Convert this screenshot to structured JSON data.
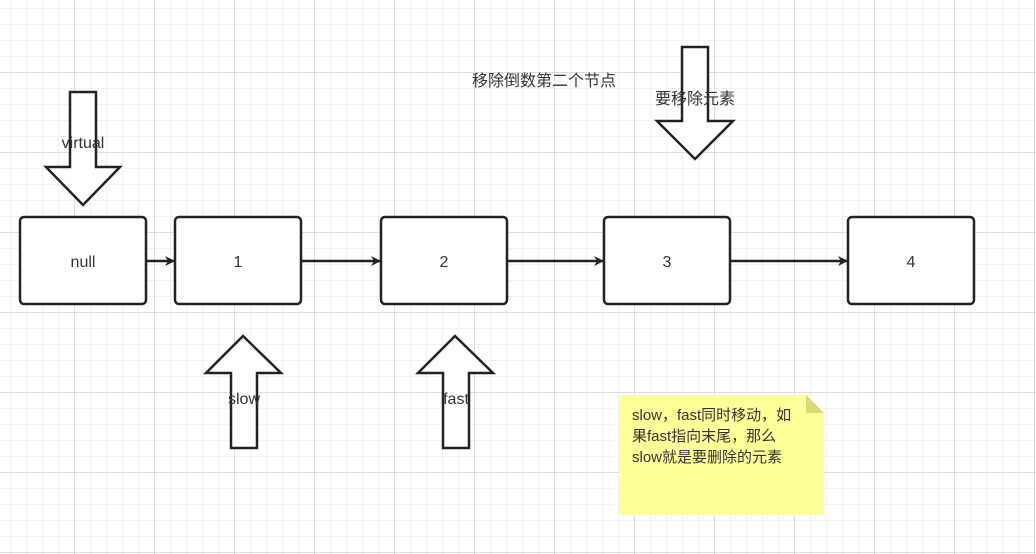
{
  "title": "移除倒数第二个节点",
  "nodes": [
    {
      "id": "null",
      "label": "null"
    },
    {
      "id": "n1",
      "label": "1"
    },
    {
      "id": "n2",
      "label": "2"
    },
    {
      "id": "n3",
      "label": "3"
    },
    {
      "id": "n4",
      "label": "4"
    }
  ],
  "pointers": {
    "virtual": "virtual",
    "remove": "要移除元素",
    "slow": "slow",
    "fast": "fast"
  },
  "note": {
    "lines": [
      "slow，fast同时移动，如",
      "果fast指向末尾，那么",
      "slow就是要删除的元素"
    ],
    "color": "#ffff99"
  }
}
